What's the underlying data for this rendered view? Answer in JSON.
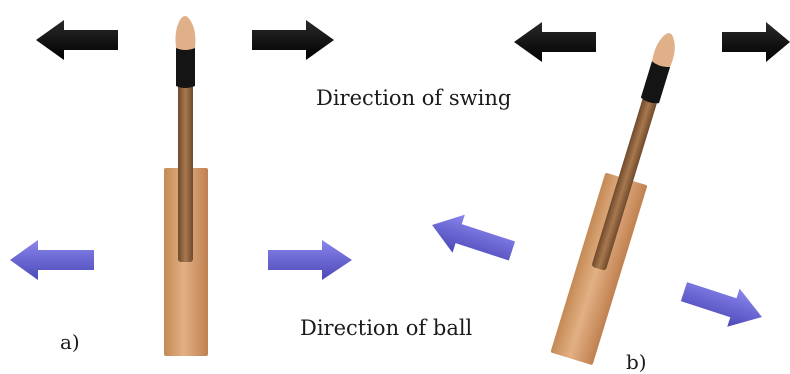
{
  "labels": {
    "swing": "Direction of swing",
    "ball": "Direction of ball",
    "panel_a": "a)",
    "panel_b": "b)"
  },
  "colors": {
    "swing_arrow": "#111111",
    "ball_arrow": "#6a66d6",
    "bat_wood": "#d9a574",
    "handle_grip": "#141414",
    "handle_cap": "#e0b088"
  }
}
